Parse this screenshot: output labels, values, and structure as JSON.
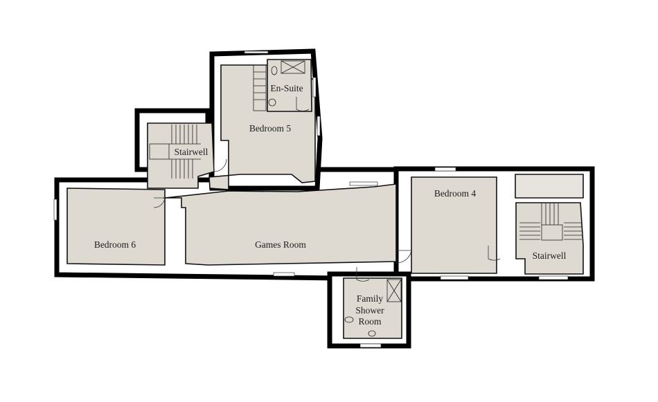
{
  "colors": {
    "room_fill": "#dedad2",
    "wall": "#000000",
    "background": "#ffffff"
  },
  "rooms": {
    "en_suite": "En-Suite",
    "bedroom_5": "Bedroom 5",
    "stairwell_left": "Stairwell",
    "bedroom_6": "Bedroom 6",
    "games_room": "Games Room",
    "bedroom_4": "Bedroom 4",
    "stairwell_right": "Stairwell",
    "family_shower_room": [
      "Family",
      "Shower",
      "Room"
    ]
  }
}
